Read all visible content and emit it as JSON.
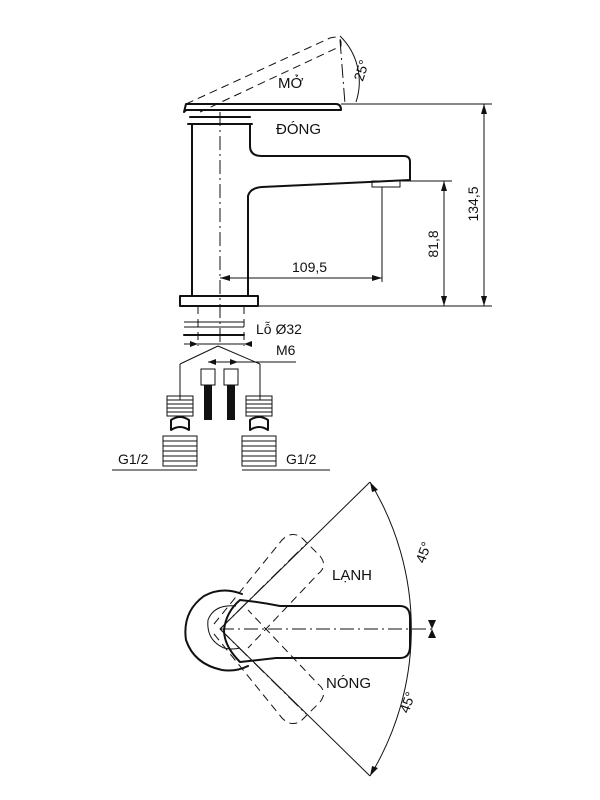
{
  "side_view": {
    "label_open": "MỞ",
    "label_closed": "ĐÓNG",
    "dim_lever_angle": "25°",
    "dim_spout_reach": "109,5",
    "dim_spout_height": "81,8",
    "dim_total_height": "134,5",
    "dim_hole": "Lỗ Ø32",
    "dim_stud": "M6",
    "dim_inlet_left": "G1/2",
    "dim_inlet_right": "G1/2"
  },
  "top_view": {
    "label_cold": "LẠNH",
    "label_hot": "NÓNG",
    "dim_cold_angle": "45°",
    "dim_hot_angle": "45°"
  }
}
